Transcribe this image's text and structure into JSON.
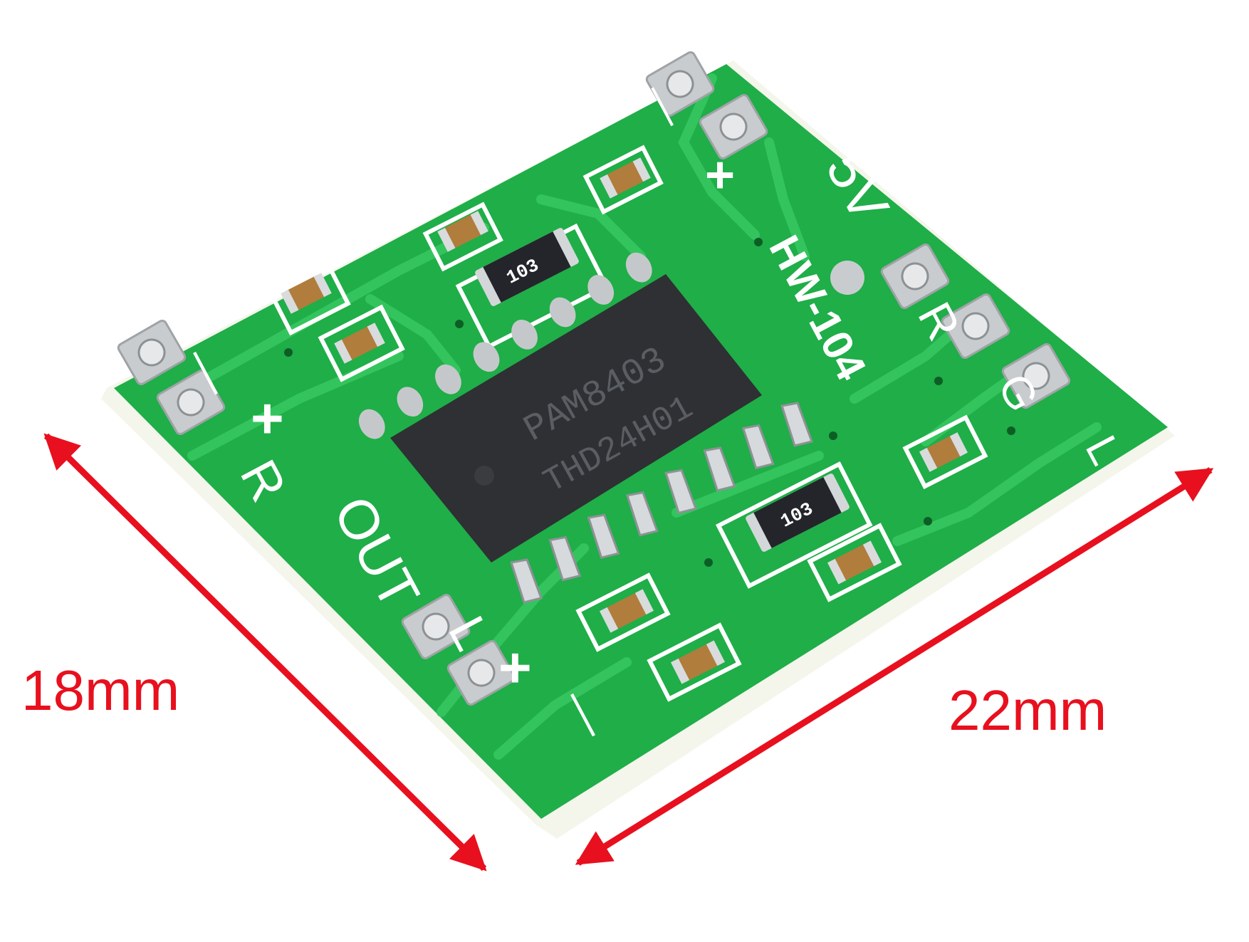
{
  "dimensions": {
    "height_label": "18mm",
    "width_label": "22mm",
    "color": "#e8101e"
  },
  "board": {
    "pcb_color": "#1fae48",
    "trace_color": "#34c45e",
    "substrate_color": "#f4f6ec",
    "silk_color": "#ffffff",
    "pad_color": "#c9cccf",
    "chip_color": "#2e3033",
    "model_mark": "HW-104",
    "silkscreen": {
      "label_5v": "5V",
      "label_out": "OUT",
      "label_r": "R",
      "label_l": "L",
      "label_g": "G",
      "plus": "+",
      "minus": "—"
    },
    "chip": {
      "part_number": "PAM8403",
      "lot_code": "THD24H01"
    },
    "resistor_code": "103"
  }
}
